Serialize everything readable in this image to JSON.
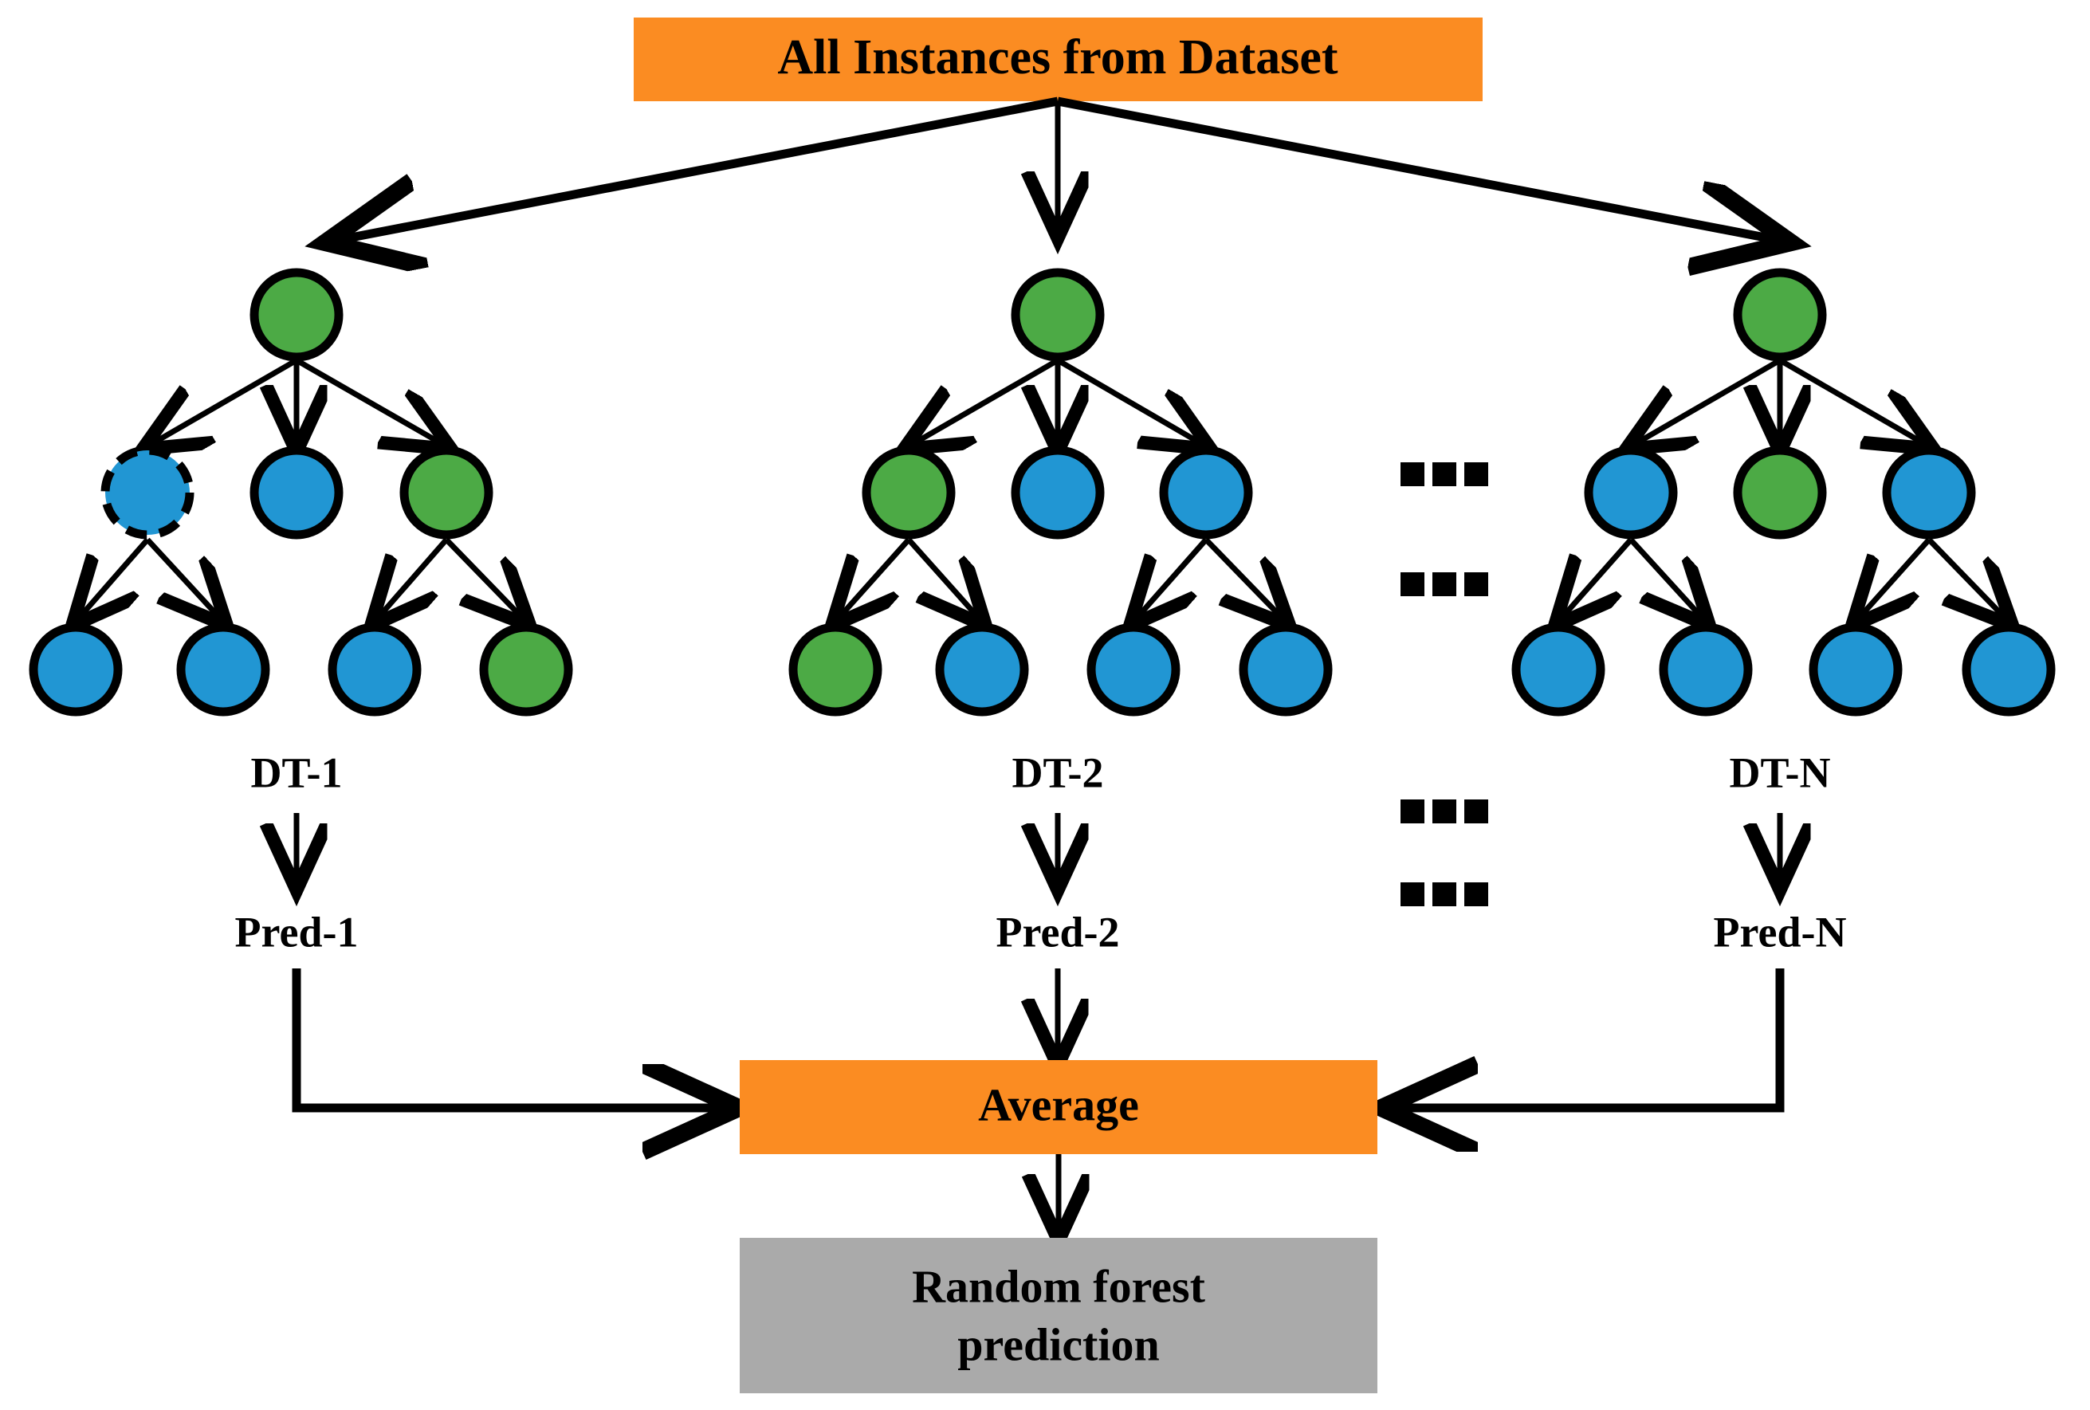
{
  "diagram": {
    "title": "Random Forest architecture diagram",
    "colors": {
      "orange": "#FB8C22",
      "gray": "#AAAAAA",
      "green": "#4CAA45",
      "blue": "#2196D3",
      "stroke": "#000000",
      "background": "#FFFFFF"
    },
    "top_box": {
      "label": "All Instances from Dataset"
    },
    "average_box": {
      "label": "Average"
    },
    "result_box": {
      "label_line1": "Random forest",
      "label_line2": "prediction"
    },
    "ellipsis": {
      "glyph": "...",
      "count_rows": 4,
      "dots_per_row": 3
    },
    "trees": [
      {
        "id": "dt-1",
        "label": "DT-1",
        "prediction_label": "Pred-1",
        "nodes": {
          "root": {
            "color": "green",
            "dashed": false
          },
          "level2": [
            {
              "color": "blue",
              "dashed": true
            },
            {
              "color": "blue",
              "dashed": false
            },
            {
              "color": "green",
              "dashed": false
            }
          ],
          "level3": [
            {
              "color": "blue",
              "dashed": false
            },
            {
              "color": "blue",
              "dashed": false
            },
            {
              "color": "blue",
              "dashed": false
            },
            {
              "color": "green",
              "dashed": false
            }
          ]
        }
      },
      {
        "id": "dt-2",
        "label": "DT-2",
        "prediction_label": "Pred-2",
        "nodes": {
          "root": {
            "color": "green",
            "dashed": false
          },
          "level2": [
            {
              "color": "green",
              "dashed": false
            },
            {
              "color": "blue",
              "dashed": false
            },
            {
              "color": "blue",
              "dashed": false
            }
          ],
          "level3": [
            {
              "color": "green",
              "dashed": false
            },
            {
              "color": "blue",
              "dashed": false
            },
            {
              "color": "blue",
              "dashed": false
            },
            {
              "color": "blue",
              "dashed": false
            }
          ]
        }
      },
      {
        "id": "dt-n",
        "label": "DT-N",
        "prediction_label": "Pred-N",
        "nodes": {
          "root": {
            "color": "green",
            "dashed": false
          },
          "level2": [
            {
              "color": "blue",
              "dashed": false
            },
            {
              "color": "green",
              "dashed": false
            },
            {
              "color": "blue",
              "dashed": false
            }
          ],
          "level3": [
            {
              "color": "blue",
              "dashed": false
            },
            {
              "color": "blue",
              "dashed": false
            },
            {
              "color": "blue",
              "dashed": false
            },
            {
              "color": "blue",
              "dashed": false
            }
          ]
        }
      }
    ]
  }
}
